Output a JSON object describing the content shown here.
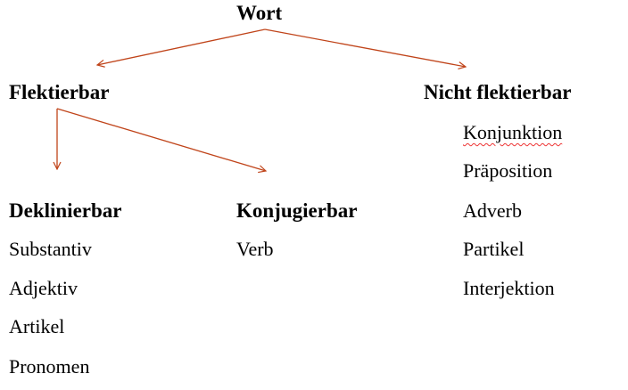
{
  "root": "Wort",
  "left": {
    "title": "Flektierbar",
    "deklinierbar": {
      "title": "Deklinierbar",
      "items": [
        "Substantiv",
        "Adjektiv",
        "Artikel",
        "Pronomen"
      ]
    },
    "konjugierbar": {
      "title": "Konjugierbar",
      "items": [
        "Verb"
      ]
    }
  },
  "right": {
    "title": "Nicht flektierbar",
    "items": [
      "Konjunktion",
      "Präposition",
      "Adverb",
      "Partikel",
      "Interjektion"
    ]
  },
  "colors": {
    "arrow": "#c0441a"
  }
}
